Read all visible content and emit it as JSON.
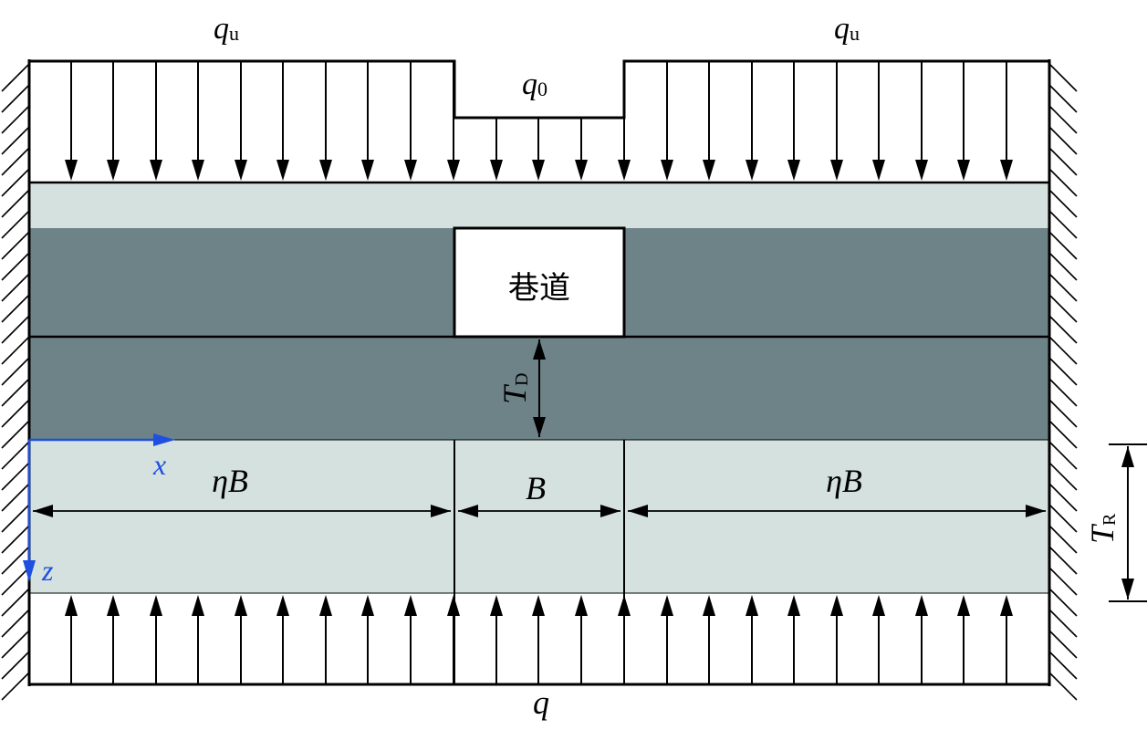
{
  "loads": {
    "top_left": {
      "symbol": "q",
      "subscript": "u"
    },
    "top_right": {
      "symbol": "q",
      "subscript": "u"
    },
    "top_mid": {
      "symbol": "q",
      "subscript": "0"
    },
    "bottom": {
      "symbol": "q"
    }
  },
  "roadway": {
    "label": "巷道"
  },
  "dimensions": {
    "td": {
      "symbol": "T",
      "subscript": "D"
    },
    "tr": {
      "symbol": "T",
      "subscript": "R"
    },
    "left_width": {
      "symbol": "ηB"
    },
    "mid_width": {
      "symbol": "B"
    },
    "right_width": {
      "symbol": "ηB"
    }
  },
  "axes": {
    "x": "x",
    "z": "z"
  },
  "colors": {
    "light_layer": "#d5e1df",
    "dark_layer": "#6e8388",
    "axis_blue": "#1f4fe0",
    "line": "#000000"
  }
}
